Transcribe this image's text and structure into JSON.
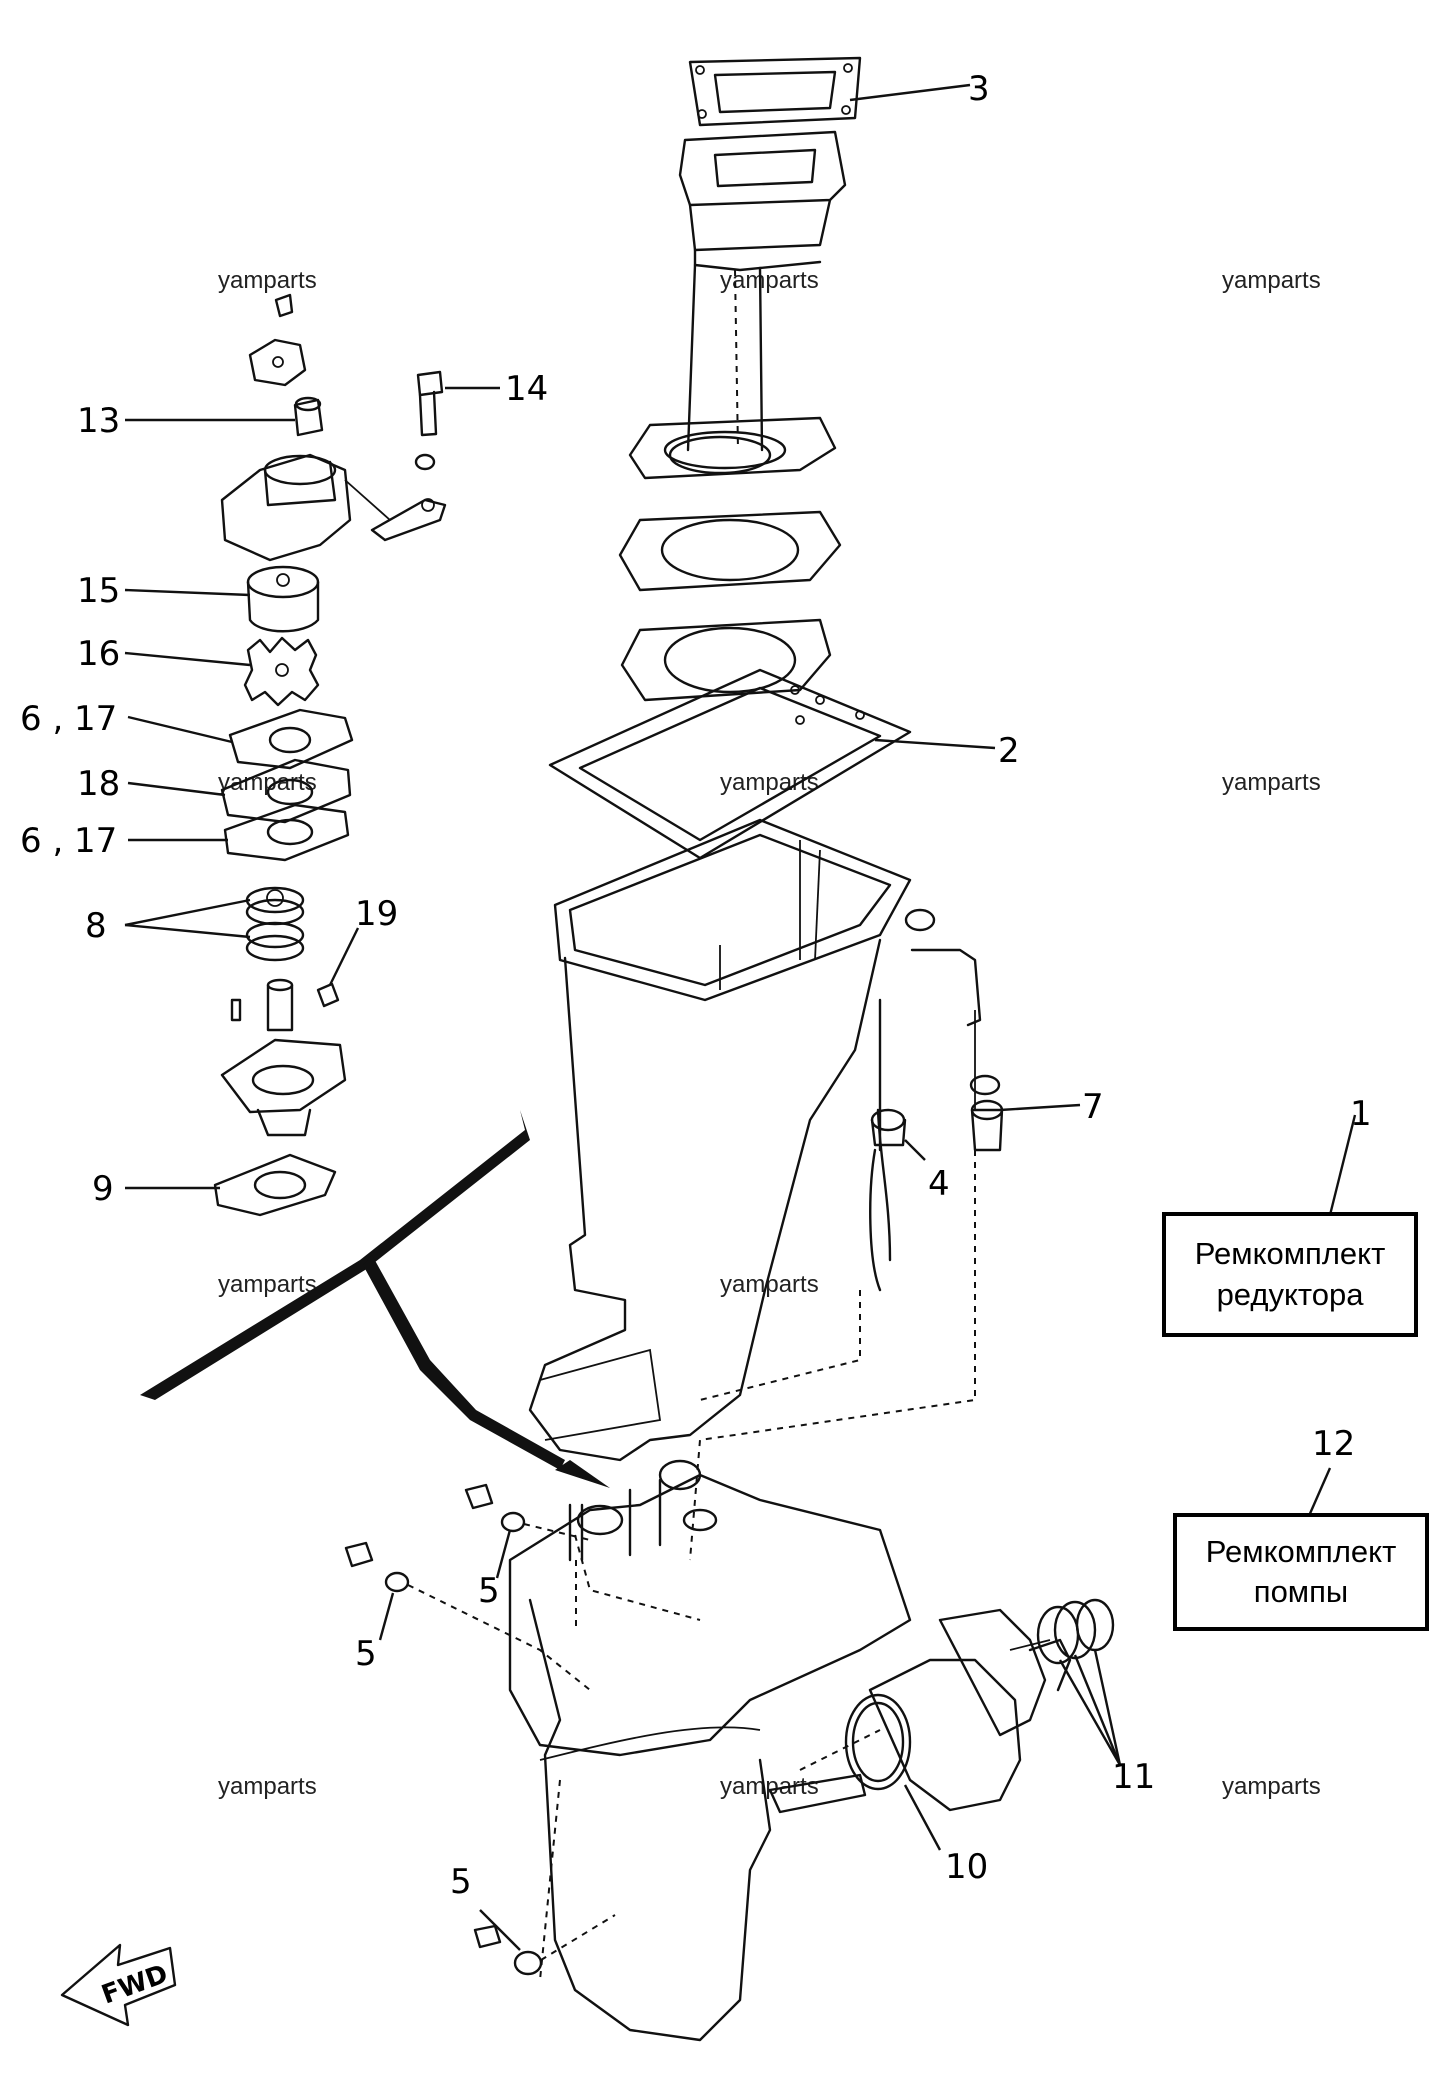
{
  "part_labels": {
    "p1": "1",
    "p2": "2",
    "p3": "3",
    "p4": "4",
    "p5a": "5",
    "p5b": "5",
    "p5c": "5",
    "p6a": "6 , 17",
    "p6b": "6 , 17",
    "p7": "7",
    "p8": "8",
    "p9": "9",
    "p10": "10",
    "p11": "11",
    "p12": "12",
    "p13": "13",
    "p14": "14",
    "p15": "15",
    "p16": "16",
    "p18": "18",
    "p19": "19"
  },
  "kits": {
    "gearbox": "Ремкомплект\nредуктора",
    "pump": "Ремкомплект\nпомпы"
  },
  "watermark": "yamparts",
  "fwd_label": "FWD"
}
